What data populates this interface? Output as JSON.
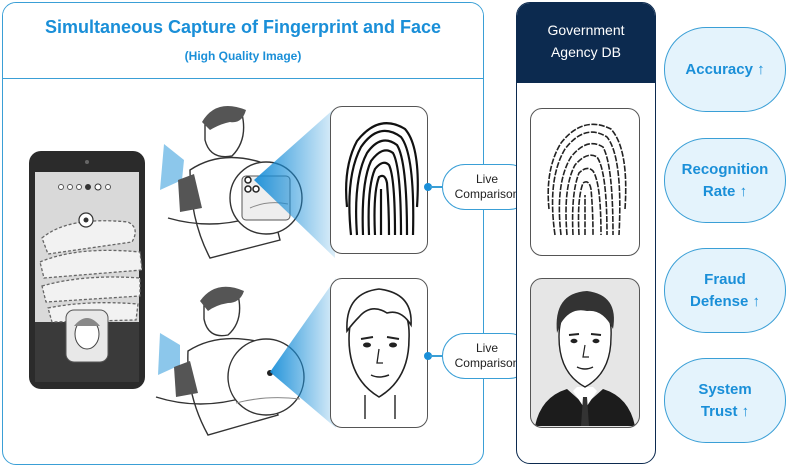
{
  "main": {
    "title": "Simultaneous Capture of Fingerprint and Face",
    "subtitle": "(High Quality Image)"
  },
  "db": {
    "title_line1": "Government",
    "title_line2": "Agency DB"
  },
  "comparisons": [
    {
      "line1": "Live",
      "line2": "Comparison"
    },
    {
      "line1": "Live",
      "line2": "Comparison"
    }
  ],
  "benefits": [
    {
      "line1": "Accuracy ↑",
      "line2": ""
    },
    {
      "line1": "Recognition",
      "line2": "Rate ↑"
    },
    {
      "line1": "Fraud",
      "line2": "Defense ↑"
    },
    {
      "line1": "System",
      "line2": "Trust ↑"
    }
  ],
  "colors": {
    "accent": "#1a8fd8",
    "border": "#3a9fd6",
    "navy": "#0c2a4f",
    "pill_fill": "#e4f3fc"
  }
}
